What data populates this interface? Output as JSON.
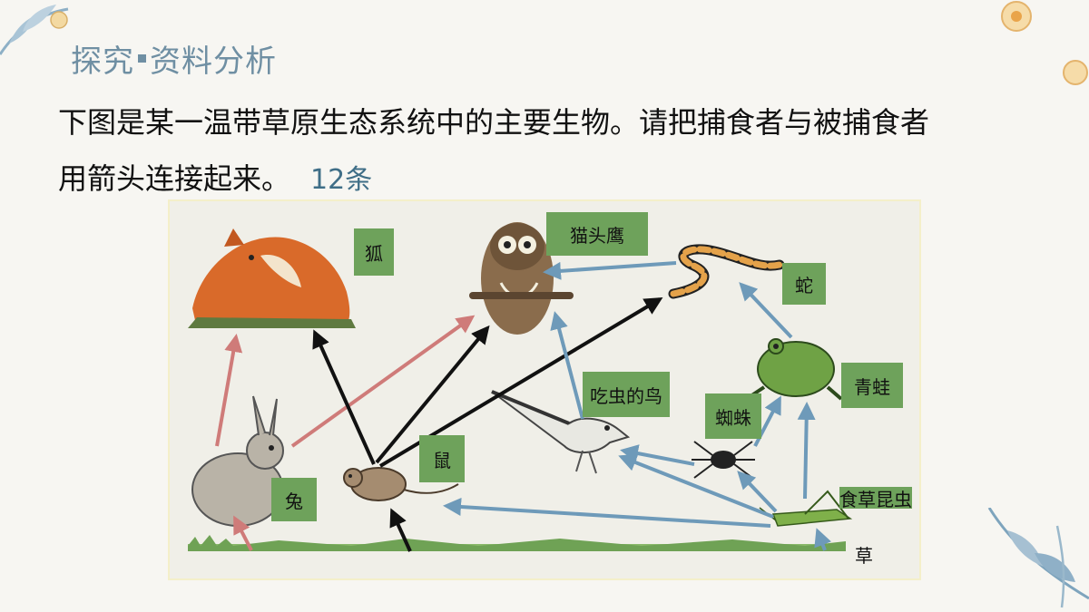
{
  "header": {
    "title_left": "探究",
    "title_right": "资料分析"
  },
  "prompt": {
    "line1": "下图是某一温带草原生态系统中的主要生物。请把捕食者与被捕食者",
    "line2": "用箭头连接起来。",
    "count": "12条"
  },
  "diagram": {
    "labels": {
      "fox": "狐",
      "owl": "猫头鹰",
      "snake": "蛇",
      "bird": "吃虫的鸟",
      "frog": "青蛙",
      "spider": "蜘蛛",
      "insect": "食草昆虫",
      "rabbit": "兔",
      "mouse": "鼠",
      "grass": "草"
    },
    "colors": {
      "arrow_rabbit": "#cf7b79",
      "arrow_mouse": "#111111",
      "arrow_insect_chain": "#6e9ab9",
      "label_bg": "#6ea25b"
    }
  }
}
